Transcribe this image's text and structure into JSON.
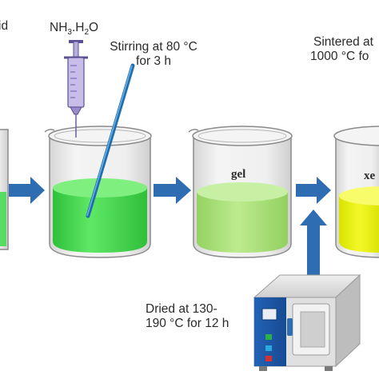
{
  "labels": {
    "left_cut": "id",
    "reagent": "NH",
    "reagent_sub1": "3",
    "reagent_mid": ".H",
    "reagent_sub2": "2",
    "reagent_end": "O",
    "stirring_line1": "Stirring at 80 °C",
    "stirring_line2": "for 3 h",
    "sintered_line1": "Sintered at",
    "sintered_line2": "1000 °C fo",
    "gel": "gel",
    "xerogel_partial": "xe",
    "dried_line1": "Dried at 130-",
    "dried_line2": "190 °C for 12 h"
  },
  "colors": {
    "solution_green": "#3fdc4e",
    "gel_green": "#a8e27a",
    "xerogel_yellow": "#e8f000",
    "arrow_blue": "#2f6db3",
    "syringe_purple": "#9a8cc8",
    "rod_blue": "#2e7fc0",
    "oven_blue": "#1f57a8",
    "oven_grey": "#d8d8d8"
  },
  "icons": [
    "syringe-icon",
    "stirring-rod-icon",
    "beaker-icon",
    "oven-icon",
    "arrow-right-icon",
    "arrow-up-icon"
  ]
}
